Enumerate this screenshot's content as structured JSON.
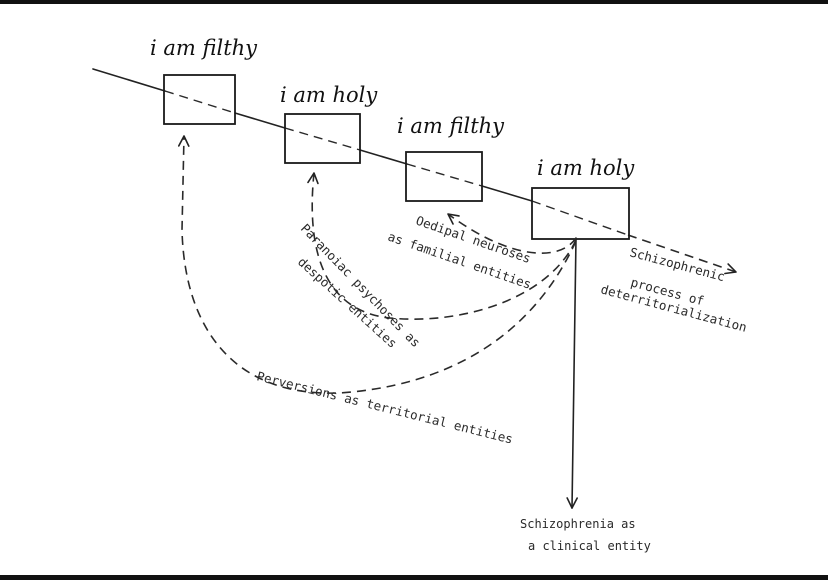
{
  "boxes": [
    {
      "label": "i am filthy"
    },
    {
      "label": "i am holy"
    },
    {
      "label": "i am filthy"
    },
    {
      "label": "i am holy"
    }
  ],
  "curves": {
    "oedipal": {
      "line1": "Oedipal neuroses",
      "line2": "as familial entities"
    },
    "paranoiac": {
      "line1": "Paranoiac psychoses as",
      "line2": "despotic entities"
    },
    "perversions": {
      "line1": "Perversions as territorial entities"
    }
  },
  "process": {
    "line1": "Schizophrenic",
    "line2": "process of",
    "line3": "deterritorialization"
  },
  "clinical": {
    "line1": "Schizophrenia as",
    "line2": "a clinical entity"
  }
}
